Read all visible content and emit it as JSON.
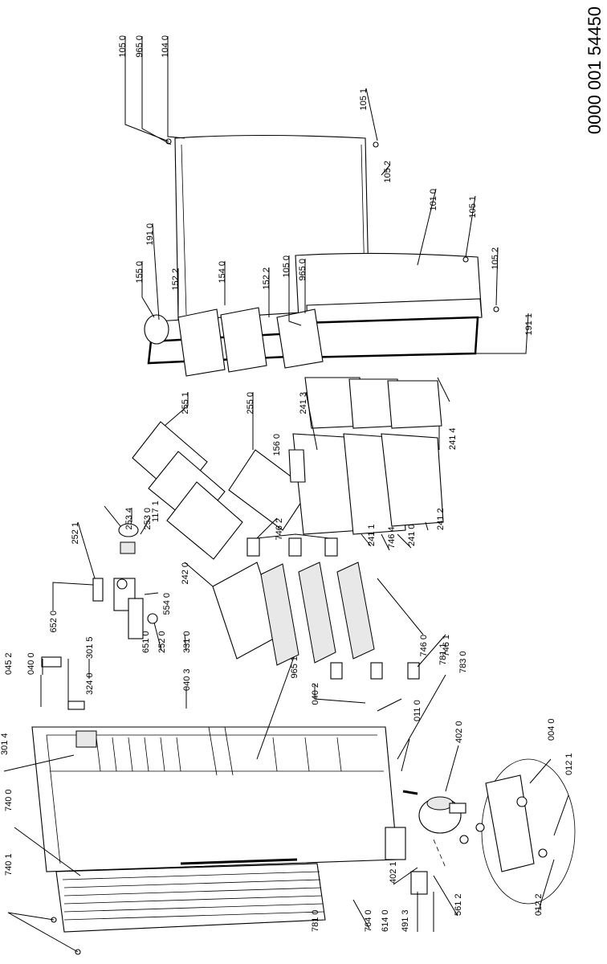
{
  "document_number": "0000 001 54450",
  "labels": {
    "l1050a": "105 0",
    "l9650a": "965 0",
    "l1040": "104 0",
    "l1051a": "105 1",
    "l1052a": "105 2",
    "l1910": "191 0",
    "l1010": "101 0",
    "l1051b": "105 1",
    "l1052b": "105 2",
    "l1911": "191 1",
    "l1550": "155 0",
    "l1522a": "152 2",
    "l1540": "154 0",
    "l1522b": "152 2",
    "l1050b": "105 0",
    "l9650b": "965 0",
    "l2551": "255 1",
    "l2550": "255 0",
    "l2413": "241 3",
    "l1560": "156 0",
    "l2414": "241 4",
    "l2412": "241 2",
    "l2530": "253 0",
    "l2534": "253 4",
    "l1171": "117 1",
    "l2521": "252 1",
    "l7462": "746 2",
    "l2411": "241 1",
    "l7464": "746 4",
    "l2410": "241 0",
    "l7460": "746 0",
    "l7461": "746 1",
    "l2420": "242 0",
    "l5540": "554 0",
    "l6520": "652 0",
    "l6510": "651 0",
    "l2520": "252 0",
    "l3310": "331 0",
    "l0452": "045 2",
    "l0400": "040 0",
    "l3015": "301 5",
    "l3240": "324 0",
    "l0403": "040 3",
    "l9651": "965 1",
    "l0402": "040 2",
    "l7811a": "781 1",
    "l7830": "783 0",
    "l3014": "301 4",
    "l0110": "011 0",
    "l4020": "402 0",
    "l0040": "004 0",
    "l0121": "012 1",
    "l7400": "740 0",
    "l7401": "740 1",
    "l7810": "781 0",
    "l7640": "764 0",
    "l6140": "614 0",
    "l4913": "491 3",
    "l4021": "402 1",
    "l5612": "561 2",
    "l0122": "012 2"
  }
}
